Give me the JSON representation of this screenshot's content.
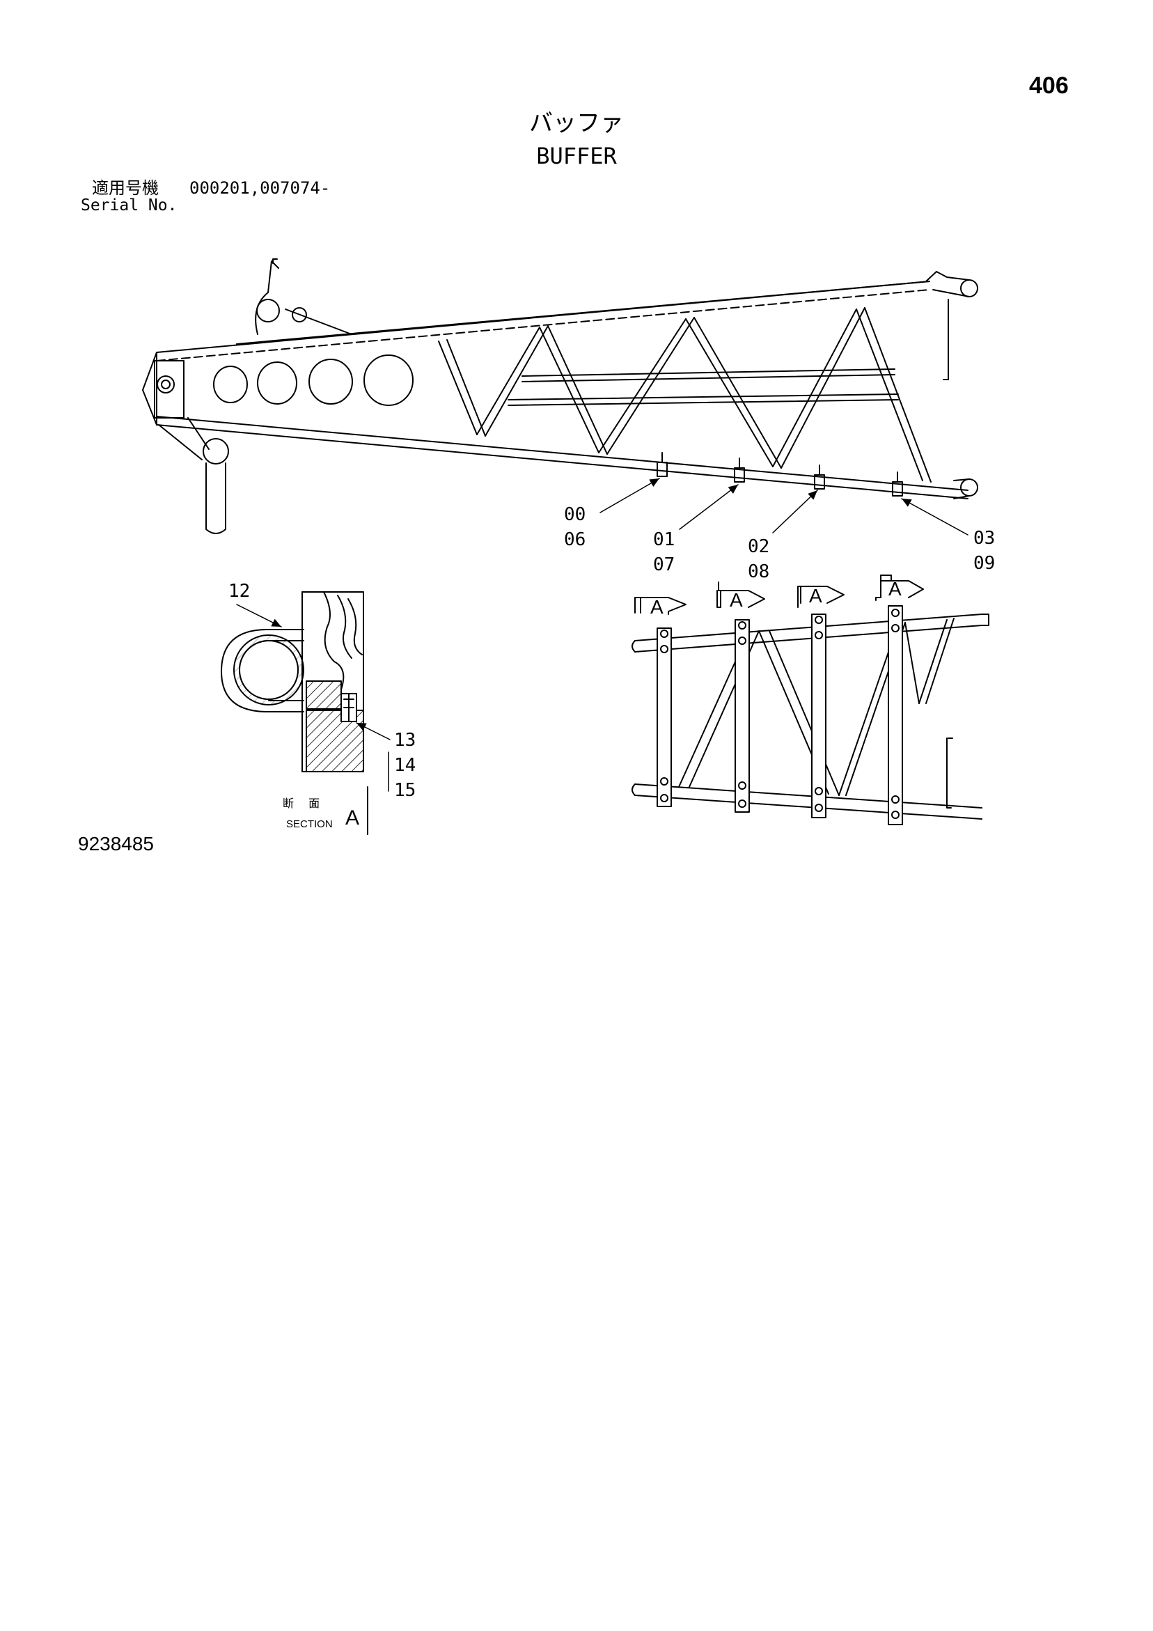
{
  "header": {
    "page_number": "406",
    "title_jp": "バッファ",
    "title_en": "BUFFER"
  },
  "serial": {
    "label_jp": "適用号機",
    "value": "000201,007074-",
    "label_en": "Serial No."
  },
  "callouts": [
    {
      "id": "c1",
      "top": "00",
      "bottom": "06"
    },
    {
      "id": "c2",
      "top": "01",
      "bottom": "07"
    },
    {
      "id": "c3",
      "top": "02",
      "bottom": "08"
    },
    {
      "id": "c4",
      "top": "03",
      "bottom": "09"
    }
  ],
  "section_callouts": {
    "part_12": "12",
    "part_13": "13",
    "part_14": "14",
    "part_15": "15"
  },
  "section_markers": [
    "A",
    "A",
    "A",
    "A"
  ],
  "section_label": {
    "jp": "断 面",
    "en": "SECTION",
    "letter": "A"
  },
  "drawing_number": "9238485"
}
